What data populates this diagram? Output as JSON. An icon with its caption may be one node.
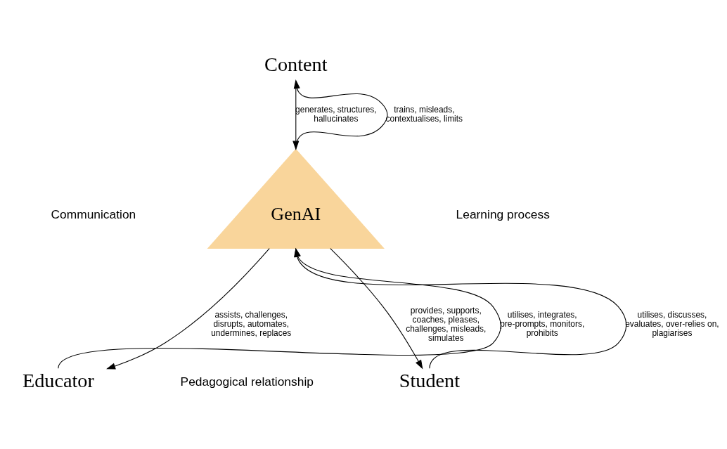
{
  "diagram": {
    "nodes": [
      {
        "text": [
          "Content"
        ]
      },
      {
        "text": [
          "GenAI"
        ]
      },
      {
        "text": [
          "Educator"
        ]
      },
      {
        "text": [
          "Student"
        ]
      }
    ],
    "edges": [
      {
        "from": 0,
        "to": 1,
        "arrow": "to",
        "label": "generates, structures, hallucinates"
      },
      {
        "from": 1,
        "to": 0,
        "arrow": "to",
        "label": "trains, misleads, contextualises, limits"
      },
      {
        "from": 2,
        "to": 1,
        "arrow": "to",
        "label": "utilises, integrates, pre-prompts, monitors, prohibits"
      },
      {
        "from": 1,
        "to": 2,
        "arrow": "to",
        "label": "assists, challenges, disrupts, automates, undermines, replaces"
      },
      {
        "from": 3,
        "to": 1,
        "arrow": "to",
        "label": "utilises, discusses, evaluates, over-relies on, plagiarises"
      },
      {
        "from": 1,
        "to": 3,
        "arrow": "to",
        "label": "provides, supports, coaches, pleases, challenges, misleads, simulates"
      }
    ],
    "labels": [
      "Communication",
      "Learning process",
      "Pedagogical relationship"
    ]
  }
}
